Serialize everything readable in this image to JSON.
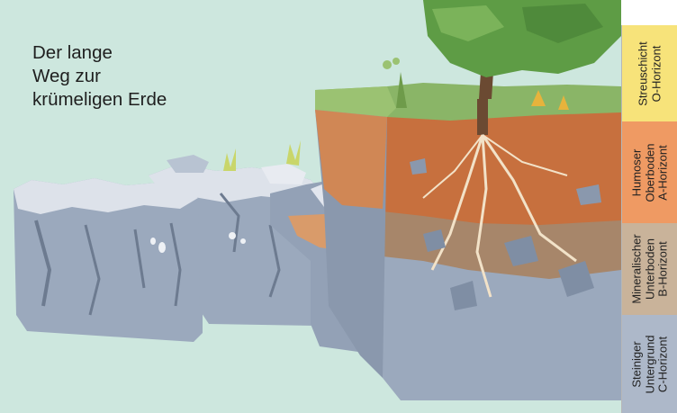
{
  "title": {
    "line1": "Der lange",
    "line2": "Weg zur",
    "line3": "krümeligen Erde"
  },
  "legend": [
    {
      "line1": "Streuschicht",
      "line2": "O-Horizont",
      "line3": "",
      "color": "#f7e37a"
    },
    {
      "line1": "Humoser",
      "line2": "Oberboden",
      "line3": "A-Horizont",
      "color": "#ef9a63"
    },
    {
      "line1": "Mineralischer",
      "line2": "Unterboden",
      "line3": "B-Horizont",
      "color": "#c9b39a"
    },
    {
      "line1": "Steiniger",
      "line2": "Untergrund",
      "line3": "C-Horizont",
      "color": "#adb8c9"
    }
  ],
  "colors": {
    "sky": "#cde7de",
    "stone": "#a3b0c3",
    "stone_light": "#d9dfe8",
    "humus": "#c7703e",
    "mineral_soil": "#a7866a",
    "grass": "#8ab567",
    "foliage": "#5e9c45"
  }
}
